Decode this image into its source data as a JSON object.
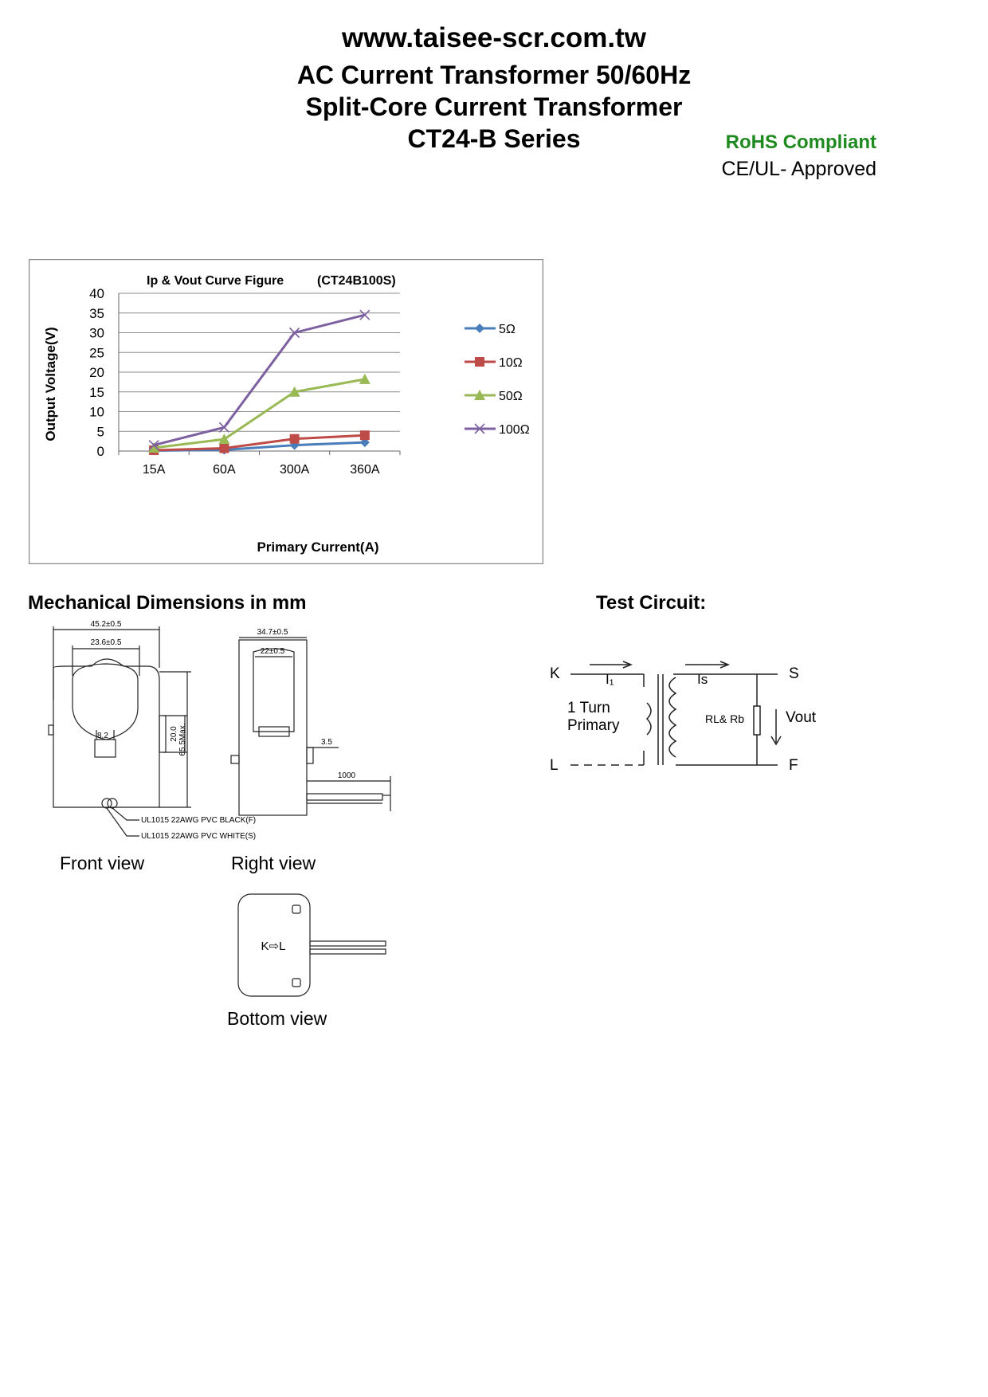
{
  "header": {
    "url": "www.taisee-scr.com.tw",
    "line1": "AC Current Transformer 50/60Hz",
    "line2": "Split-Core Current Transformer",
    "line3": "CT24-B Series",
    "rohs": "RoHS Compliant",
    "approval": "CE/UL- Approved"
  },
  "colors": {
    "rohs": "#1f8a1f"
  },
  "chart_data": {
    "type": "line",
    "title": "Ip & Vout Curve Figure",
    "subtitle": "(CT24B100S)",
    "xlabel": "Primary Current(A)",
    "ylabel": "Output Voltage(V)",
    "categories": [
      "15A",
      "60A",
      "300A",
      "360A"
    ],
    "ylim": [
      0,
      40
    ],
    "yticks": [
      0,
      5,
      10,
      15,
      20,
      25,
      30,
      35,
      40
    ],
    "grid": true,
    "legend": "right",
    "series": [
      {
        "name": "5Ω",
        "values": [
          0.1,
          0.3,
          1.5,
          2.2
        ],
        "color": "#4a7ebb",
        "marker": "diamond"
      },
      {
        "name": "10Ω",
        "values": [
          0.2,
          0.7,
          3.1,
          4.0
        ],
        "color": "#be4b48",
        "marker": "square"
      },
      {
        "name": "50Ω",
        "values": [
          0.8,
          3.0,
          15.0,
          18.2
        ],
        "color": "#98b954",
        "marker": "triangle"
      },
      {
        "name": "100Ω",
        "values": [
          1.5,
          6.0,
          30.0,
          34.5
        ],
        "color": "#7d60a0",
        "marker": "x"
      }
    ]
  },
  "mechanical": {
    "title": "Mechanical Dimensions in mm",
    "front": {
      "outer_width": "45.2±0.5",
      "inner_width": "23.6±0.5",
      "slot_width": "8.2",
      "side_height": "20.0",
      "max_height": "65.5Max.",
      "wire_black": "UL1015 22AWG PVC BLACK(F)",
      "wire_white": "UL1015 22AWG PVC WHITE(S)"
    },
    "right": {
      "outer_width": "34.7±0.5",
      "inner_width": "22±0.5",
      "tab": "3.5",
      "lead_length": "1000"
    },
    "bottom": {
      "mark": "K⇨L"
    },
    "front_caption": "Front view",
    "right_caption": "Right view",
    "bottom_caption": "Bottom view"
  },
  "test_circuit": {
    "title": "Test Circuit:",
    "k": "K",
    "l": "L",
    "s": "S",
    "f": "F",
    "i1": "I₁",
    "is": "Is",
    "primary_line1": "1 Turn",
    "primary_line2": "Primary",
    "load": "RL& Rb",
    "vout": "Vout"
  }
}
